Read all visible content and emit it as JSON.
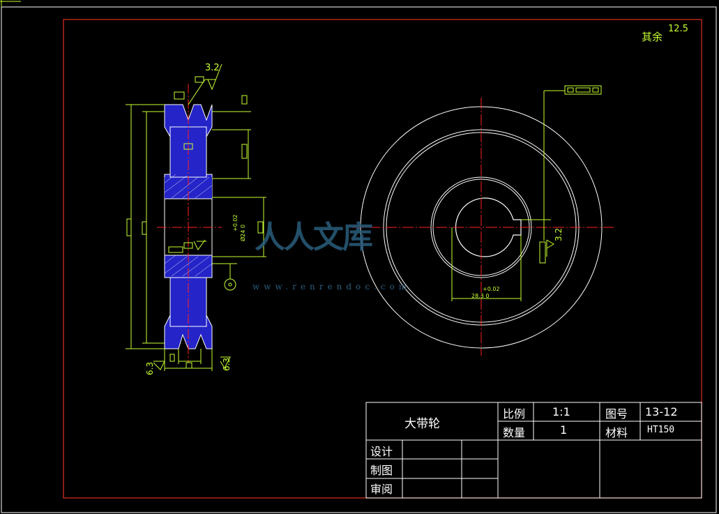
{
  "drawing": {
    "title": "大带轮",
    "scale_label": "比例",
    "scale_value": "1:1",
    "drawing_no_label": "图号",
    "drawing_no_value": "13-12",
    "quantity_label": "数量",
    "quantity_value": "1",
    "material_label": "材料",
    "material_value": "HT150",
    "design_label": "设计",
    "draw_label": "制图",
    "review_label": "审阅"
  },
  "annotations": {
    "rest_roughness": "其余",
    "rest_roughness_value": "12.5",
    "roughness_top": "3.2",
    "roughness_keyway": "3.2",
    "roughness_bottom_left": "6.3",
    "roughness_bottom_right": "6.3",
    "bore_dim_tol": "+0.02",
    "bore_dim": "Ø24 0",
    "key_dim_tol": "+0.02",
    "key_dim": "28.3 0"
  },
  "watermark": {
    "text": "人人文库",
    "url": "www.renrendoc.com"
  },
  "colors": {
    "background": "#000000",
    "frame": "#e0301e",
    "lines": "#ffffff",
    "dimension": "#b8ff20",
    "center": "#ff2020",
    "hatch": "#2424c8",
    "watermark": "#2a5d7c"
  }
}
